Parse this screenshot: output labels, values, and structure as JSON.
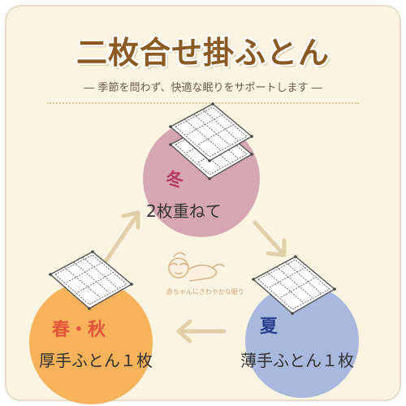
{
  "header": {
    "title": "二枚合せ掛ふとん",
    "subtitle": "― 季節を問わず、快適な眠りをサポートします ―"
  },
  "seasons": {
    "winter": {
      "label": "冬",
      "desc": "2枚重ねて",
      "color": "#b33b66"
    },
    "spring_autumn": {
      "label": "春・秋",
      "desc": "厚手ふとん１枚",
      "color": "#e2553a"
    },
    "summer": {
      "label": "夏",
      "desc": "薄手ふとん１枚",
      "color": "#2a3f8f"
    }
  },
  "baby": {
    "caption": "赤ちゃんにさわやかな眠り"
  },
  "colors": {
    "winter_circle": "#d6a7b3",
    "spring_circle": "#f7b25a",
    "summer_circle": "#a9b9dd",
    "arrow": "#e0cfa9",
    "title": "#8a5a22"
  }
}
